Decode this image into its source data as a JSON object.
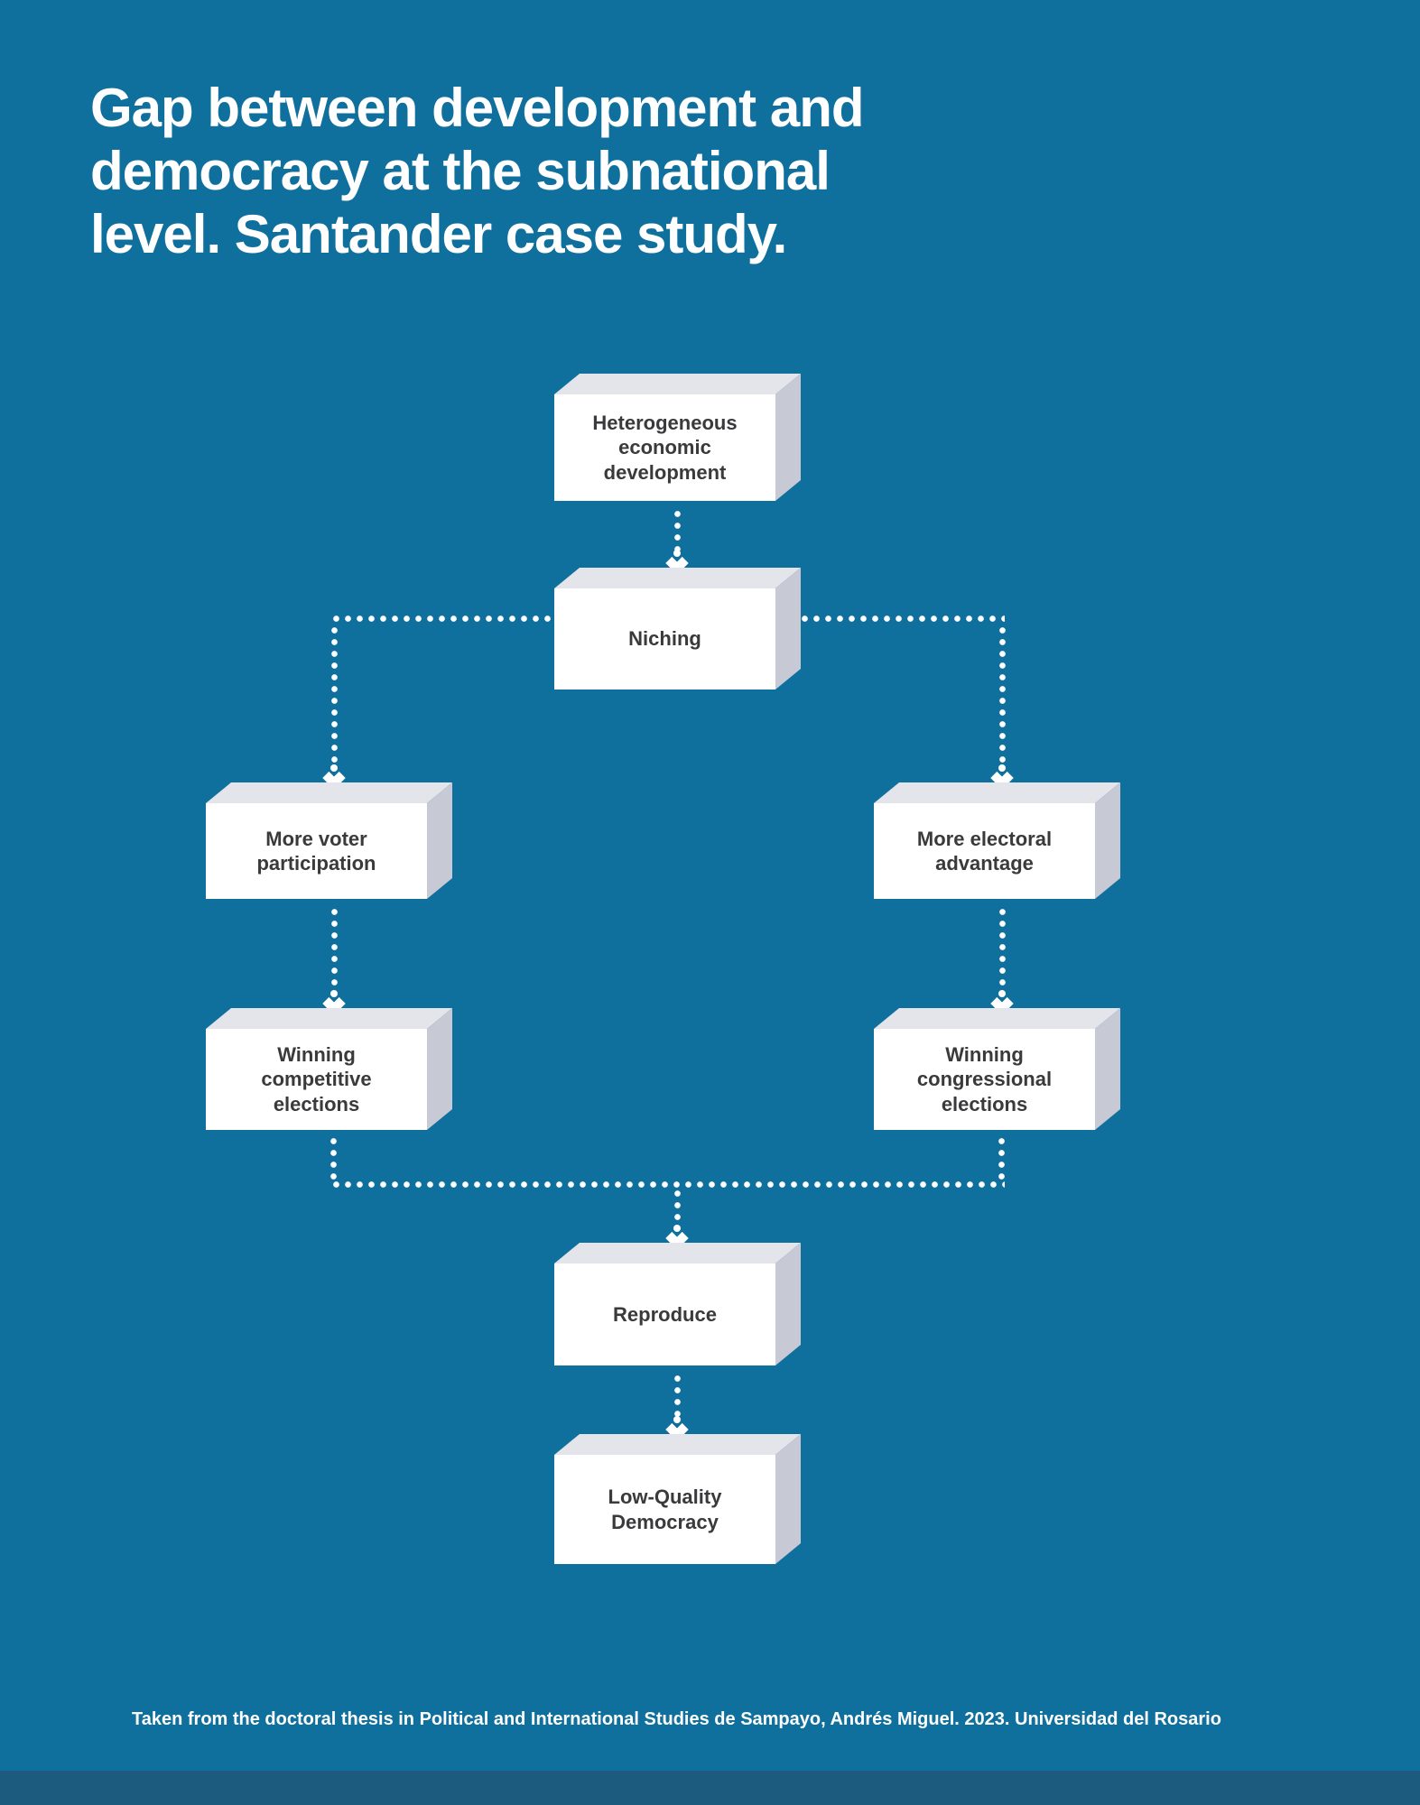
{
  "colors": {
    "background": "#0F6F9D",
    "footer_strip": "#1D5B7E",
    "box_front": "#FFFFFF",
    "box_top": "#E3E5EB",
    "box_side": "#C7CAD4",
    "box_text": "#3A3A3C",
    "connector": "#FFFFFF",
    "title_text": "#FFFFFF"
  },
  "title": {
    "lines": [
      "Gap between development and",
      "democracy at the subnational",
      "level. Santander case study."
    ]
  },
  "flowchart": {
    "boxes": {
      "heterogeneous": {
        "label": "Heterogeneous economic development"
      },
      "niching": {
        "label": "Niching"
      },
      "voter": {
        "label": "More voter participation"
      },
      "electoral": {
        "label": "More electoral advantage"
      },
      "competitive": {
        "label": "Winning competitive elections"
      },
      "congressional": {
        "label": "Winning congressional elections"
      },
      "reproduce": {
        "label": "Reproduce"
      },
      "lowquality": {
        "label": "Low-Quality Democracy"
      }
    }
  },
  "footer": {
    "caption": "Taken from the doctoral thesis in Political and International Studies de Sampayo, Andrés Miguel. 2023. Universidad del Rosario"
  }
}
